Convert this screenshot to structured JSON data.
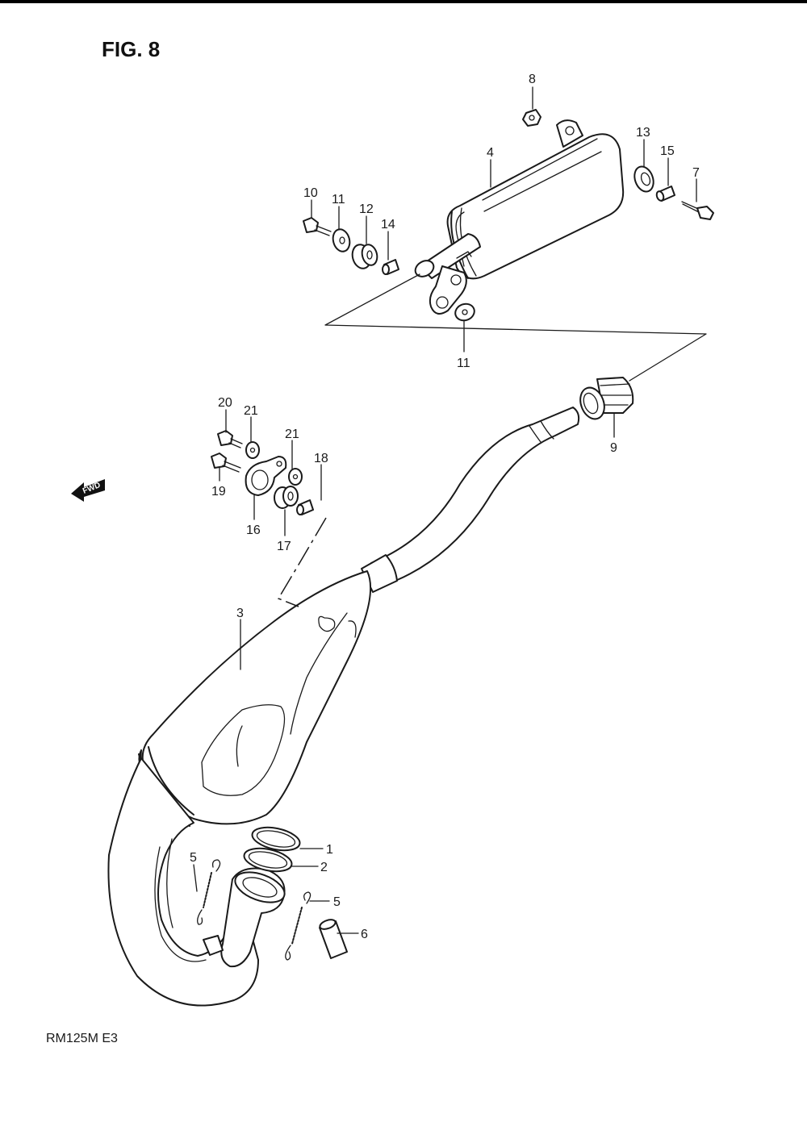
{
  "figure": {
    "title": "FIG. 8",
    "model": "RM125M E3",
    "fwd_label": "FWD"
  },
  "callouts": {
    "p1": "1",
    "p2": "2",
    "p3": "3",
    "p4": "4",
    "p5a": "5",
    "p5b": "5",
    "p6": "6",
    "p7": "7",
    "p8": "8",
    "p9": "9",
    "p10": "10",
    "p11a": "11",
    "p11b": "11",
    "p12": "12",
    "p13": "13",
    "p14": "14",
    "p15": "15",
    "p16": "16",
    "p17": "17",
    "p18": "18",
    "p19": "19",
    "p20": "20",
    "p21a": "21",
    "p21b": "21"
  },
  "colors": {
    "ink": "#1a1a1a",
    "paper": "#ffffff"
  }
}
